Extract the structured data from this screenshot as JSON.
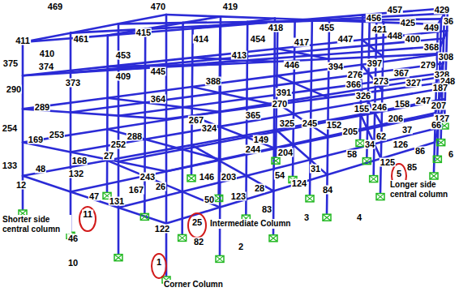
{
  "diagram": {
    "labels": [
      "469",
      "470",
      "419",
      "418",
      "455",
      "456",
      "457",
      "429",
      "36",
      "411",
      "461",
      "415",
      "414",
      "454",
      "417",
      "447",
      "421",
      "448",
      "425",
      "449",
      "400",
      "375",
      "410",
      "374",
      "453",
      "413",
      "446",
      "394",
      "397",
      "368",
      "308",
      "276",
      "367",
      "279",
      "327",
      "328",
      "248",
      "373",
      "409",
      "445",
      "388",
      "391",
      "366",
      "273",
      "326",
      "187",
      "290",
      "289",
      "364",
      "365",
      "270",
      "325",
      "155",
      "246",
      "158",
      "247",
      "207",
      "127",
      "254",
      "169",
      "253",
      "288",
      "252",
      "267",
      "324",
      "245",
      "152",
      "205",
      "206",
      "66",
      "133",
      "48",
      "168",
      "27",
      "244",
      "149",
      "204",
      "58",
      "34",
      "62",
      "37",
      "126",
      "86",
      "6",
      "125",
      "85",
      "5",
      "12",
      "132",
      "243",
      "146",
      "203",
      "54",
      "31",
      "124",
      "84",
      "28",
      "47",
      "131",
      "167",
      "26",
      "50",
      "123",
      "83",
      "3",
      "4",
      "11",
      "25",
      "46",
      "122",
      "82",
      "2",
      "10",
      "1",
      "Shorter side central column",
      "Intermediate Column",
      "Longer side central column",
      "Corner Column"
    ]
  }
}
